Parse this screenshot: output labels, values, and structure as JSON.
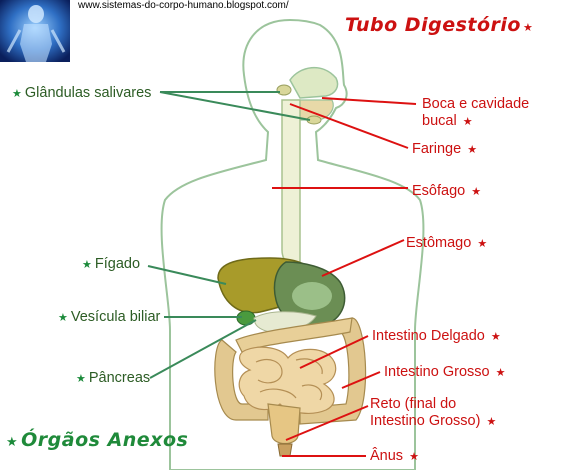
{
  "header": {
    "url": "www.sistemas-do-corpo-humano.blogspot.com/",
    "title": "Tubo Digestório",
    "title_star": "★"
  },
  "footer": {
    "title": "Órgãos Anexos",
    "title_star": "★"
  },
  "labels_right": [
    {
      "line1": "Boca e cavidade",
      "line2": "bucal",
      "star": "★"
    },
    {
      "text": "Faringe",
      "star": "★"
    },
    {
      "text": "Esôfago",
      "star": "★"
    },
    {
      "text": "Estômago",
      "star": "★"
    },
    {
      "text": "Intestino Delgado",
      "star": "★"
    },
    {
      "text": "Intestino Grosso",
      "star": "★"
    },
    {
      "line1": "Reto (final do",
      "line2": "Intestino Grosso)",
      "star": "★"
    },
    {
      "text": "Ânus",
      "star": "★"
    }
  ],
  "labels_left": [
    {
      "text": "Glândulas salivares",
      "star": "★"
    },
    {
      "text": "Fígado",
      "star": "★"
    },
    {
      "text": "Vesícula biliar",
      "star": "★"
    },
    {
      "text": "Pâncreas",
      "star": "★"
    }
  ],
  "colors": {
    "tube_label": "#cc1111",
    "annex_label": "#2c5c24",
    "annex_title": "#1f8a3a",
    "leader_red": "#dd1111",
    "leader_green": "#3a8a5a",
    "body_outline": "#9cc49c"
  }
}
